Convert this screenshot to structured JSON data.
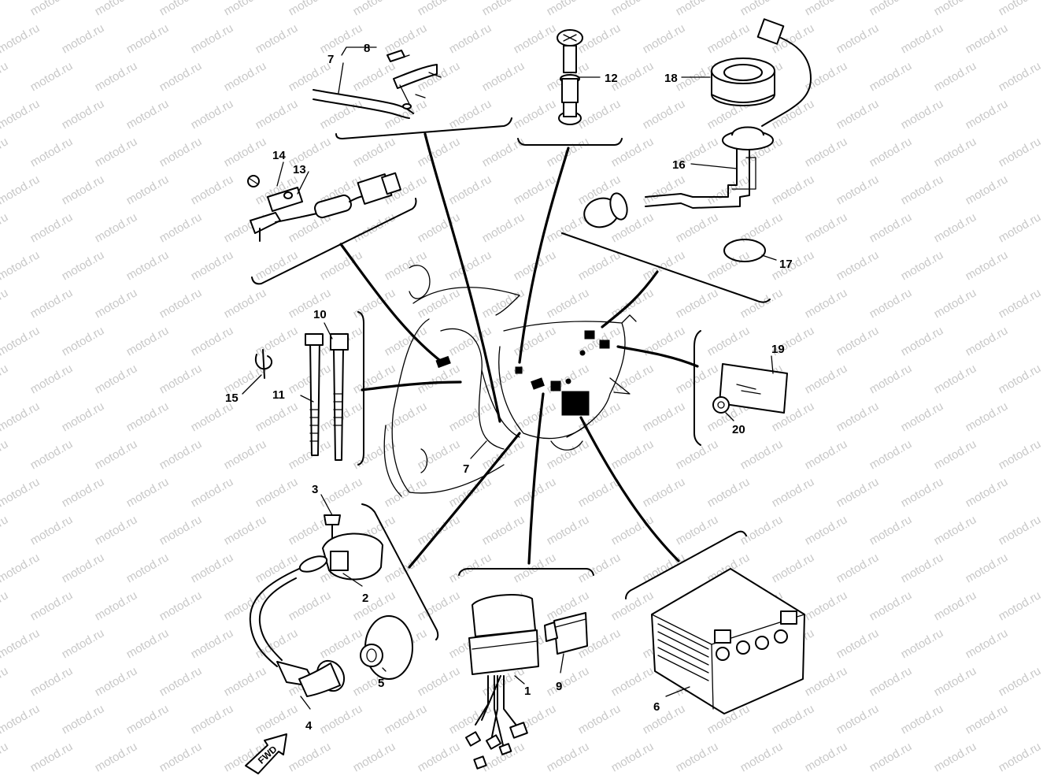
{
  "watermark": "motod.ru",
  "fwd_label": "FWD",
  "callouts": {
    "p1": "1",
    "p2": "2",
    "p3": "3",
    "p4": "4",
    "p5": "5",
    "p6": "6",
    "p7a": "7",
    "p7b": "7",
    "p8": "8",
    "p9": "9",
    "p10": "10",
    "p11": "11",
    "p12": "12",
    "p13": "13",
    "p14": "14",
    "p15": "15",
    "p16": "16",
    "p17": "17",
    "p18": "18",
    "p19": "19",
    "p20": "20"
  },
  "icons": {
    "fwd_arrow": "arrow-fwd-icon"
  }
}
